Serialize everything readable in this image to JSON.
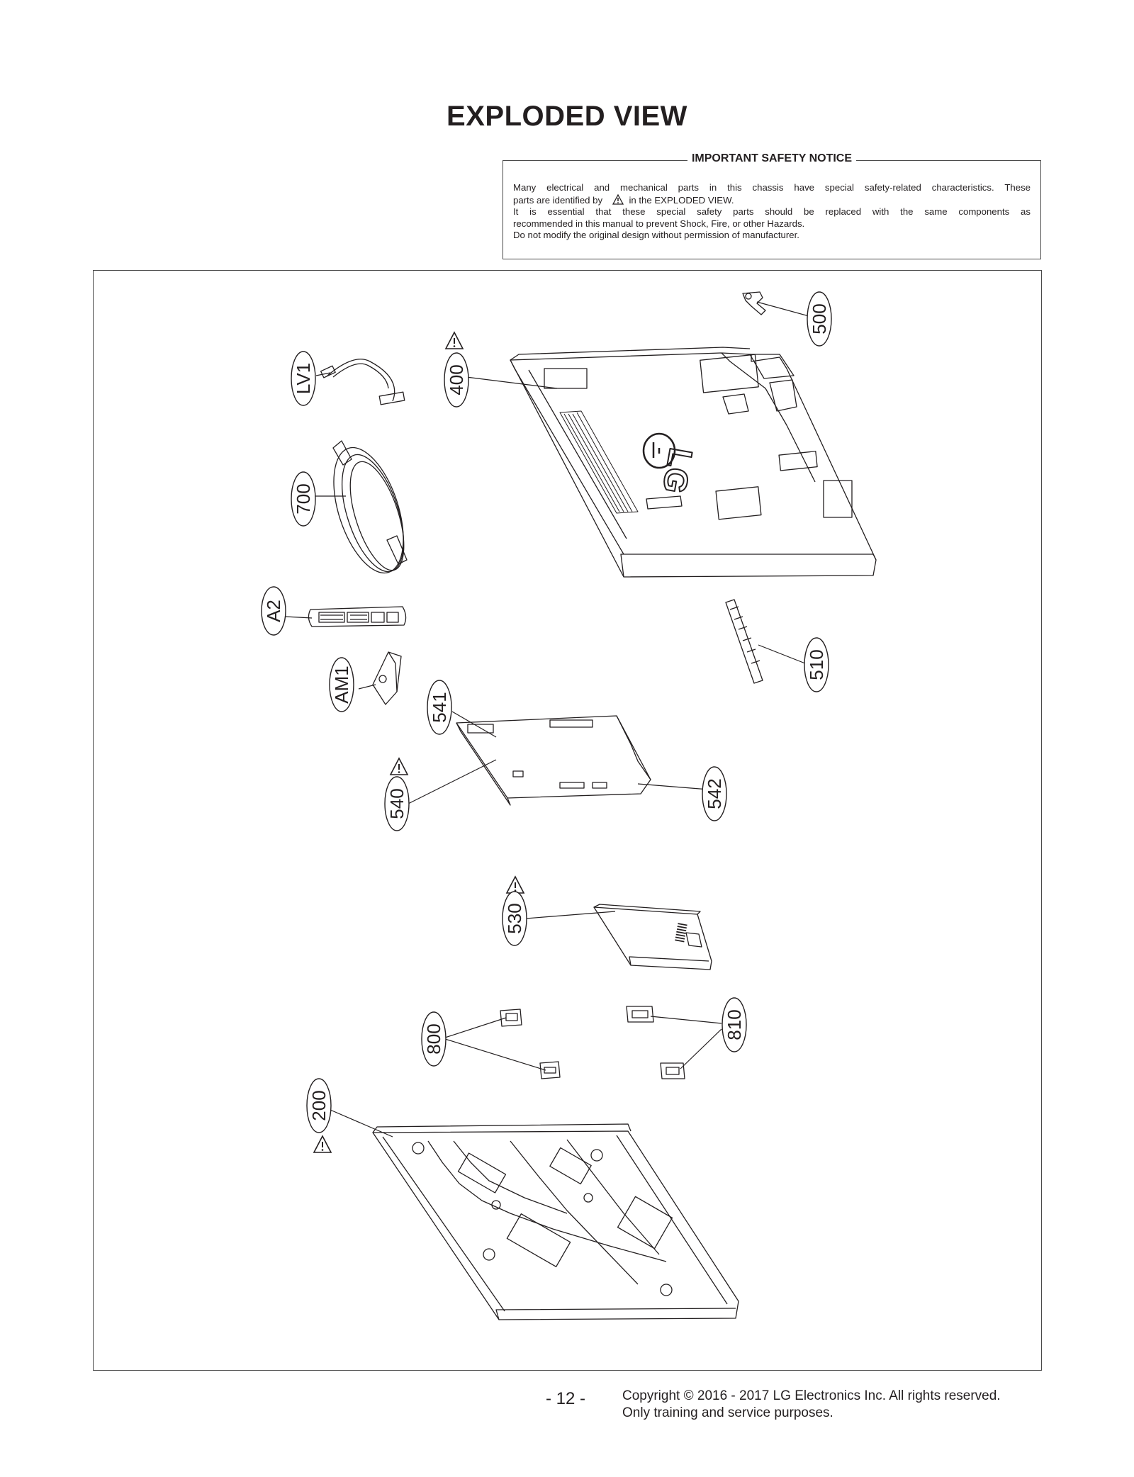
{
  "title": "EXPLODED VIEW",
  "safety_notice": {
    "heading": "IMPORTANT SAFETY NOTICE",
    "line1": "Many electrical and mechanical parts in this chassis have special safety-related characteristics. These",
    "line2_before": "parts are identified by",
    "line2_after": "in the EXPLODED VIEW.",
    "line3": "It is essential that these special safety parts should be replaced with the same components as",
    "line4": "recommended in this manual to prevent Shock, Fire, or other Hazards.",
    "line5": "Do not modify the original design without permission of manufacturer."
  },
  "drawing": {
    "brand_mark": "LG",
    "callouts": [
      "500",
      "400",
      "LV1",
      "700",
      "A2",
      "AM1",
      "541",
      "540",
      "542",
      "510",
      "530",
      "800",
      "810",
      "200"
    ],
    "safety_marked_parts": [
      "400",
      "540",
      "530",
      "200"
    ]
  },
  "footer": {
    "page_number": "- 12 -",
    "copyright": "Copyright © 2016 - 2017 LG Electronics Inc. All rights reserved.",
    "usage": "Only training and service purposes."
  }
}
